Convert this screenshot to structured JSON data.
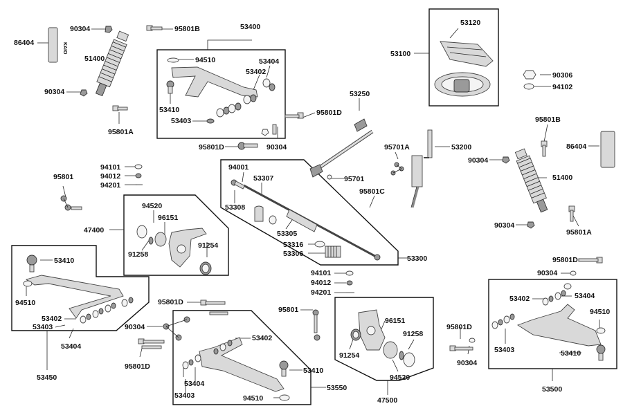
{
  "diagram": {
    "callouts": {
      "c86404a": "86404",
      "c90304a": "90304",
      "c95801Ba": "95801B",
      "c53400": "53400",
      "c53120": "53120",
      "c53100": "53100",
      "c51400a": "51400",
      "c94510a": "94510",
      "c53404a": "53404",
      "c53402a": "53402",
      "c90306": "90306",
      "c94102": "94102",
      "c90304b": "90304",
      "c53410a": "53410",
      "c53250": "53250",
      "c53403a": "53403",
      "c95801Da": "95801D",
      "c95801Ba2": "95801B",
      "c95801A": "95801A",
      "c86404b": "86404",
      "c95801Db": "95801D",
      "c90304c": "90304",
      "c95701A": "95701A",
      "c53200": "53200",
      "c90304d": "90304",
      "c94101a": "94101",
      "c94001": "94001",
      "c94012a": "94012",
      "c95701": "95701",
      "c51400b": "51400",
      "c94201a": "94201",
      "c53307": "53307",
      "c95801a": "95801",
      "c95801C": "95801C",
      "c53308": "53308",
      "c94520a": "94520",
      "c96151a": "96151",
      "c90304e": "90304",
      "c95801Ab": "95801A",
      "c47400": "47400",
      "c53305": "53305",
      "c91254a": "91254",
      "c53316": "53316",
      "c91258a": "91258",
      "c53306": "53306",
      "c53300": "53300",
      "c53410b": "53410",
      "c95801Dc": "95801D",
      "c90304f": "90304",
      "c94101b": "94101",
      "c94012b": "94012",
      "c94201b": "94201",
      "c94510b": "94510",
      "c53402b": "53402",
      "c53404b": "53404",
      "c95801Dd": "95801D",
      "c53402c": "53402",
      "c94510c": "94510",
      "c53403b": "53403",
      "c53404c": "53404",
      "c95801b": "95801",
      "c90304g": "90304",
      "c96151b": "96151",
      "c91258b": "91258",
      "c53402d": "53402",
      "c95801De": "95801D",
      "c95801Df": "95801D",
      "c91254b": "91254",
      "c53403c": "53403",
      "c90304h": "90304",
      "c53410c": "53410",
      "c53410d": "53410",
      "c94520b": "94520",
      "c53404d": "53404",
      "c53550": "53550",
      "c53450": "53450",
      "c53403d": "53403",
      "c94510d": "94510",
      "c47500": "47500",
      "c53500": "53500"
    }
  }
}
